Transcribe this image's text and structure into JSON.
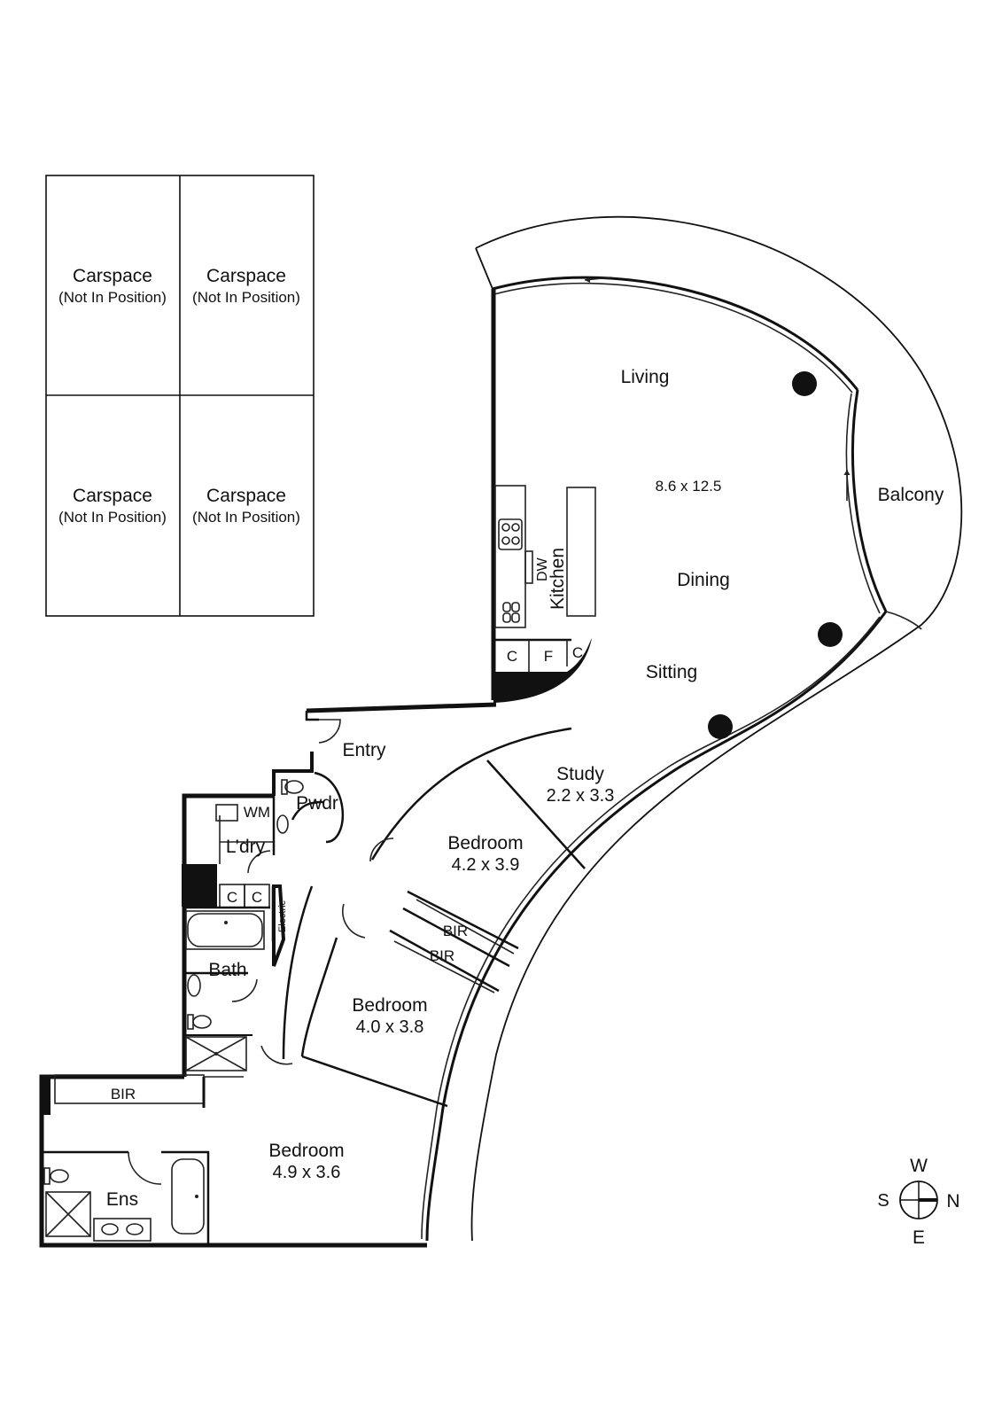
{
  "carspaces": [
    {
      "title": "Carspace",
      "note": "(Not In Position)"
    },
    {
      "title": "Carspace",
      "note": "(Not In Position)"
    },
    {
      "title": "Carspace",
      "note": "(Not In Position)"
    },
    {
      "title": "Carspace",
      "note": "(Not In Position)"
    }
  ],
  "rooms": {
    "living": "Living",
    "living_dims": "8.6 x 12.5",
    "dining": "Dining",
    "sitting": "Sitting",
    "kitchen": "Kitchen",
    "dw": "DW",
    "balcony": "Balcony",
    "entry": "Entry",
    "study": "Study",
    "study_dims": "2.2 x 3.3",
    "bedroom": "Bedroom",
    "bedroom1_dims": "4.2 x 3.9",
    "bedroom2_dims": "4.0 x 3.8",
    "bedroom3_dims": "4.9 x 3.6",
    "bir": "BIR",
    "pwdr": "Pwdr",
    "wm": "WM",
    "ldry": "L’dry",
    "bath": "Bath",
    "ens": "Ens",
    "electric": "Electric",
    "c": "C",
    "f": "F"
  },
  "compass": {
    "w": "W",
    "s": "S",
    "n": "N",
    "e": "E"
  }
}
